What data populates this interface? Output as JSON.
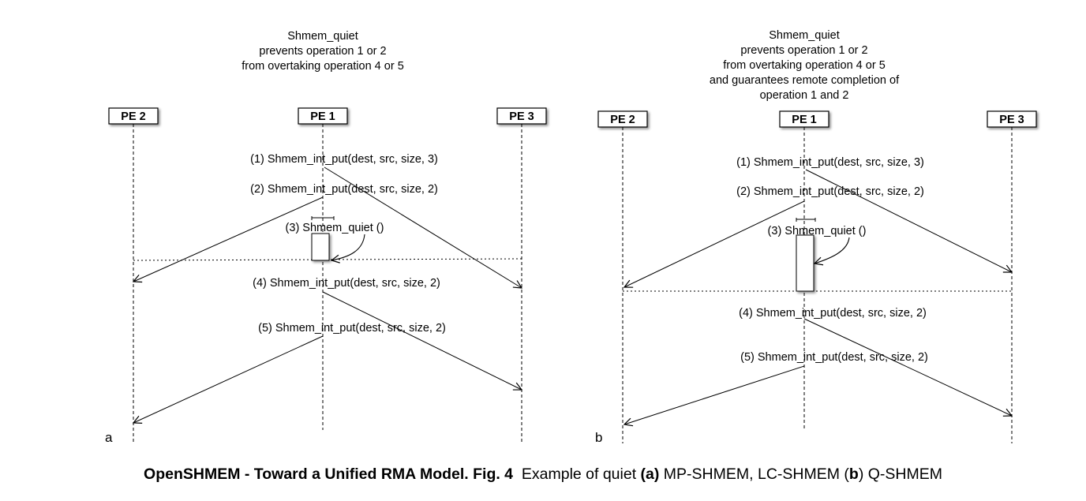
{
  "panels": [
    {
      "letter": "a",
      "note": [
        "Shmem_quiet",
        "prevents operation 1 or 2",
        "from overtaking operation 4 or 5"
      ],
      "pes": {
        "left": "PE 2",
        "center": "PE 1",
        "right": "PE 3"
      },
      "ops": {
        "op1": "(1) Shmem_int_put(dest, src, size, 3)",
        "op2": "(2) Shmem_int_put(dest, src, size, 2)",
        "op3": "(3) Shmem_quiet ()",
        "op4": "(4) Shmem_int_put(dest, src, size, 2)",
        "op5": "(5) Shmem_int_put(dest, src, size, 2)"
      }
    },
    {
      "letter": "b",
      "note": [
        "Shmem_quiet",
        "prevents operation 1 or 2",
        "from overtaking operation 4 or 5",
        "and guarantees remote completion of",
        "operation 1 and 2"
      ],
      "pes": {
        "left": "PE 2",
        "center": "PE 1",
        "right": "PE 3"
      },
      "ops": {
        "op1": "(1) Shmem_int_put(dest, src, size, 3)",
        "op2": "(2) Shmem_int_put(dest, src, size, 2)",
        "op3": "(3) Shmem_quiet ()",
        "op4": "(4) Shmem_int_put(dest, src, size, 2)",
        "op5": "(5) Shmem_int_put(dest, src, size, 2)"
      }
    }
  ],
  "caption": {
    "lead": "OpenSHMEM - Toward a Unified RMA Model. Fig. 4",
    "text1": "Example of quiet ",
    "a": "(a)",
    "text2": " MP-SHMEM, LC-SHMEM (",
    "b": "b",
    "text3": ") Q-SHMEM"
  }
}
